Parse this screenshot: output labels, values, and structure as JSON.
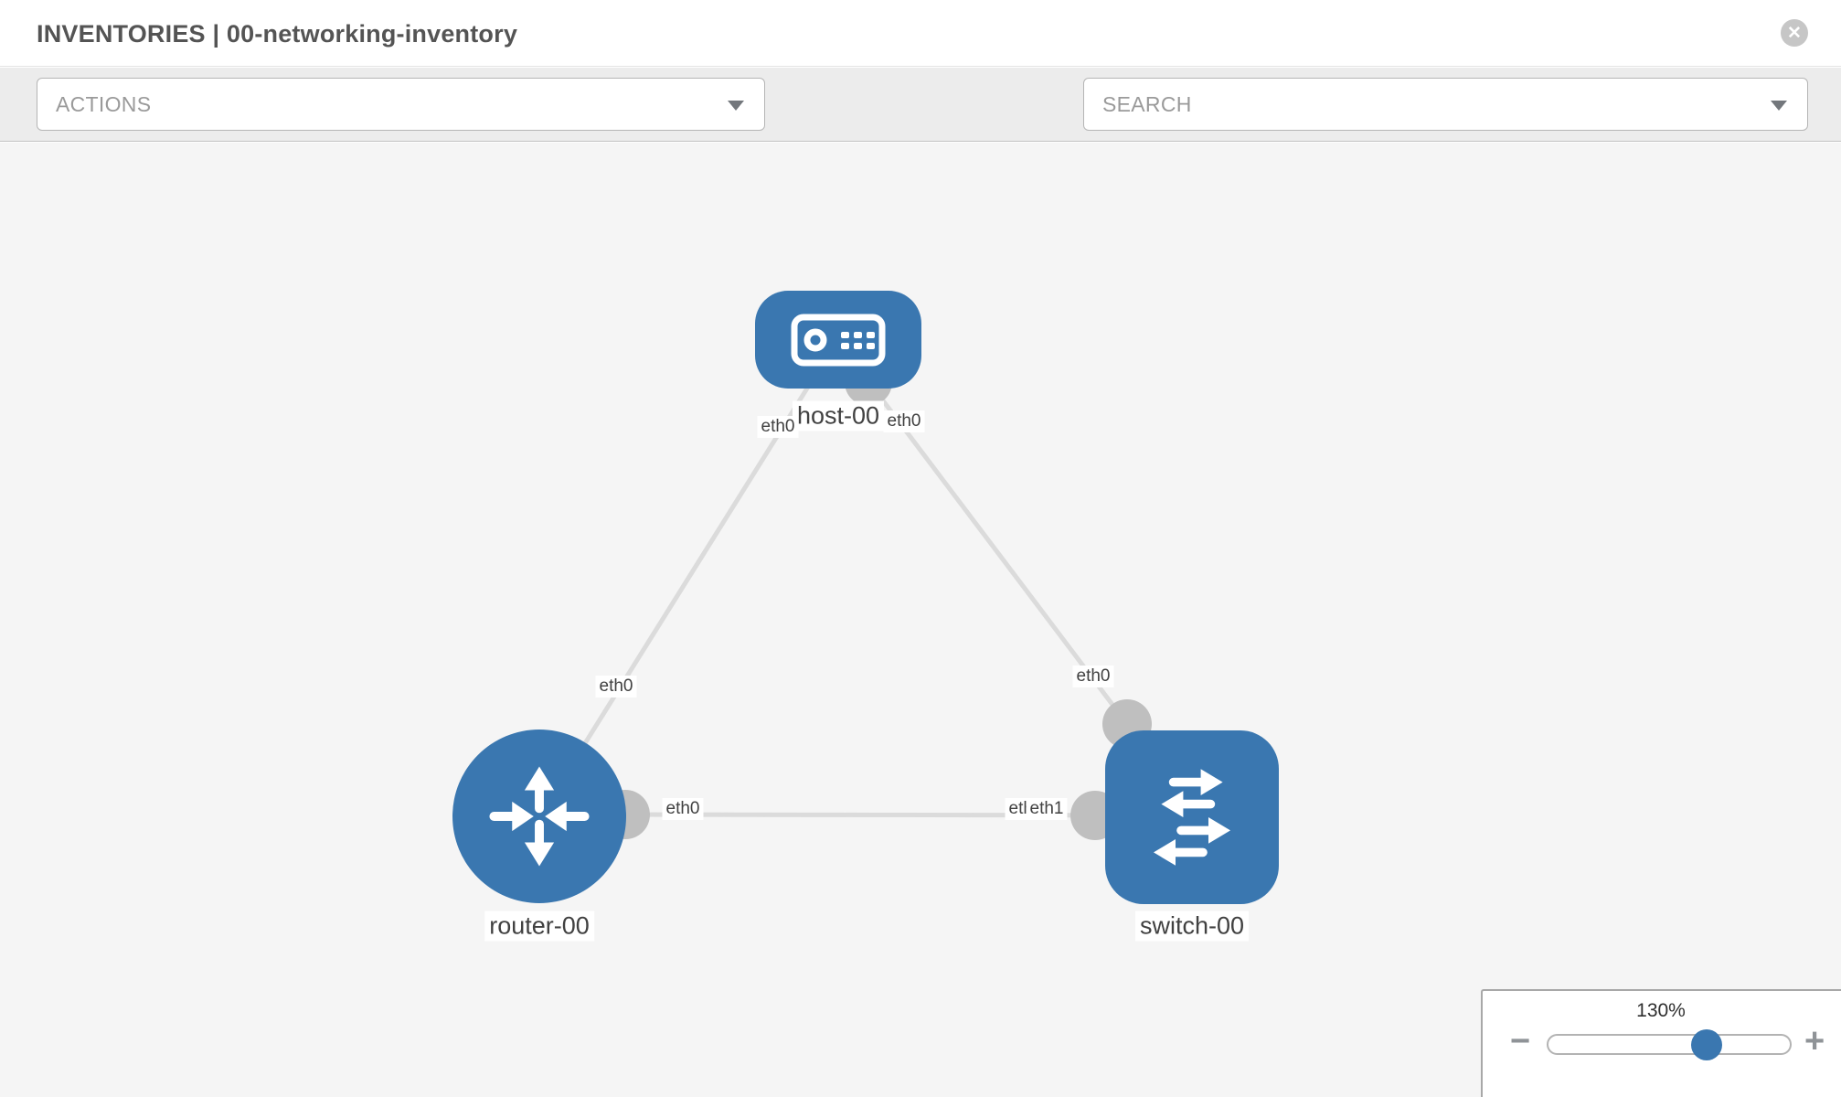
{
  "header": {
    "title": "INVENTORIES | 00-networking-inventory",
    "close_icon": "circle-x-icon"
  },
  "toolbar": {
    "actions_dropdown": {
      "placeholder": "ACTIONS",
      "state": "collapsed"
    },
    "tool_buttons": [
      {
        "icon": "wrench-icon"
      },
      {
        "icon": "key-icon"
      }
    ],
    "search_dropdown": {
      "placeholder": "SEARCH",
      "state": "collapsed"
    }
  },
  "canvas": {
    "nodes": [
      {
        "id": "host-00",
        "label": "host-00",
        "type": "host",
        "shape": "rounded-rect",
        "icon": "server-icon"
      },
      {
        "id": "router-00",
        "label": "router-00",
        "type": "router",
        "shape": "circle",
        "icon": "router-arrows-icon"
      },
      {
        "id": "switch-00",
        "label": "switch-00",
        "type": "switch",
        "shape": "rounded-square",
        "icon": "switch-arrows-icon"
      }
    ],
    "links": [
      {
        "from": "host-00",
        "to": "router-00",
        "from_interface": "eth0",
        "to_interface": "eth0"
      },
      {
        "from": "host-00",
        "to": "switch-00",
        "from_interface": "eth0",
        "to_interface": "eth0"
      },
      {
        "from": "router-00",
        "to": "switch-00",
        "from_interface": "eth0",
        "to_interface": "eth1"
      }
    ],
    "overlapping_labels_near_switch": {
      "under": "eth0",
      "over": "eth1"
    }
  },
  "zoom_control": {
    "level": "130%",
    "minus_label": "−",
    "plus_label": "+"
  },
  "colors": {
    "node_blue": "#3a77b0",
    "link_gray": "#dbdbdb",
    "stub_gray": "#bfbfbf",
    "toolbar_bg": "#ececec",
    "canvas_bg": "#f5f5f5",
    "icon_gray": "#6a6f75"
  }
}
